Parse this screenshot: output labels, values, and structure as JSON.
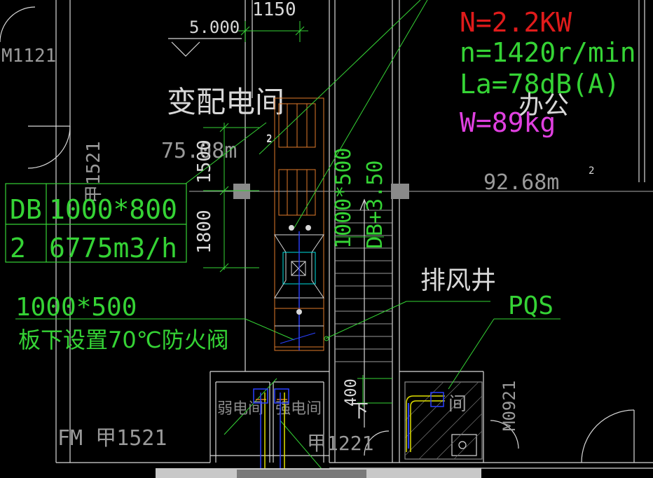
{
  "colors": {
    "background": "#000000",
    "wall_white": "#d8d8d8",
    "green": "#35d335",
    "bright_green": "#00ff00",
    "red": "#e01b1b",
    "magenta": "#e040e0",
    "orange": "#e07a2a",
    "cyan": "#00e0e0",
    "blue": "#2a40ff",
    "gray": "#8a8a8a",
    "yellow": "#e0e000"
  },
  "icons": [
    "elevation-marker-icon",
    "fan-icon",
    "duct-damper-icon",
    "door-swing-icon"
  ],
  "labels": {
    "door_m1121": "M1121",
    "elevation": "5.000",
    "dim_top": "1150",
    "room_transformer": "变配电间",
    "area_left": "75.08m",
    "area_left_sup": "2",
    "dim_1500": "1500",
    "dim_1800": "1800",
    "door_fm_left": "甲1521",
    "fan_n": "N=2.2KW",
    "fan_rpm": "n=1420r/min",
    "fan_la": "La=78dB(A)",
    "fan_w": "W=89kg",
    "room_office": "办公",
    "area_right": "92.68m",
    "area_right_sup": "2",
    "duct_size_vertical": "1000*500",
    "duct_elev_vertical": "DB+3.50",
    "duct_note_size": "1000*500",
    "duct_note_text": "板下设置70℃防火阀",
    "shaft_exhaust": "排风井",
    "pqs": "PQS",
    "dim_400": "400",
    "down_label": "下",
    "door_m0921": "M0921",
    "room_small_right": "间",
    "door_fm_bottom": "FM 甲1521",
    "room_weak_electric": "弱电间",
    "room_strong_electric": "强电间",
    "door_bottom_center": "甲1221",
    "mark_2": "2"
  },
  "db_table": {
    "row1": [
      "DB",
      "1000*800"
    ],
    "row2": [
      "2",
      "6775m3/h"
    ]
  }
}
